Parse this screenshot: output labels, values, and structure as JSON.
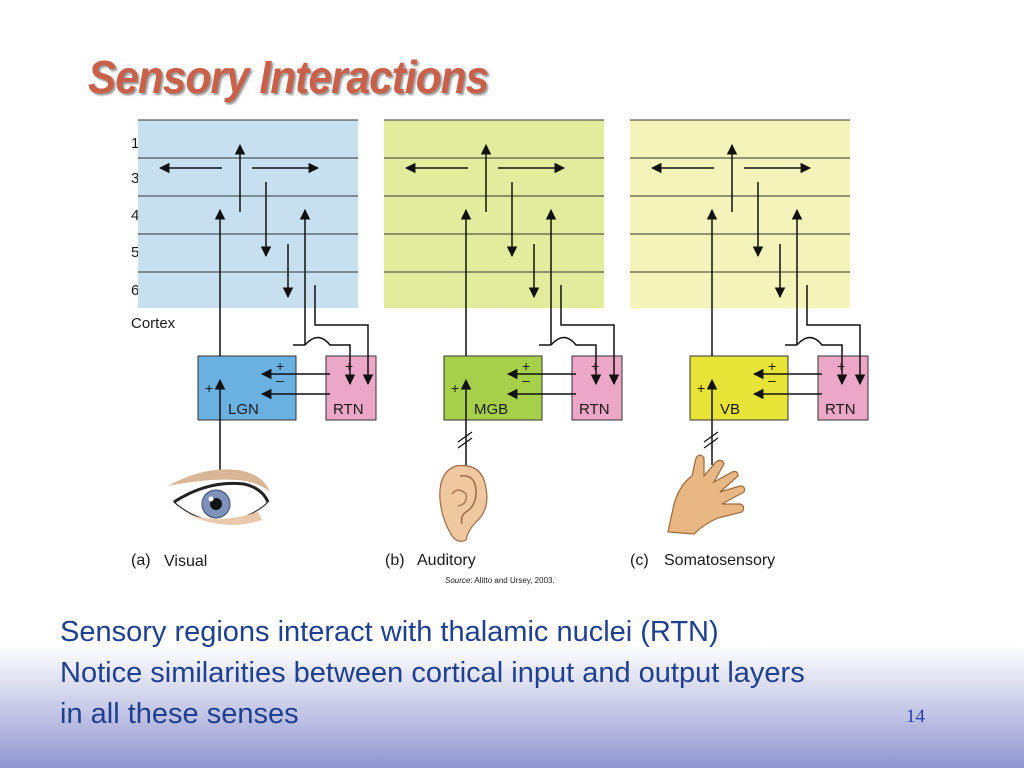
{
  "title": "Sensory Interactions",
  "figure": {
    "layers": [
      "1",
      "3",
      "4",
      "5",
      "6"
    ],
    "cortex_label": "Cortex",
    "plus_sign": "+",
    "minus_sign": "–",
    "reticular_nucleus": "RTN",
    "panels": [
      {
        "letter": "(a)",
        "sense": "Visual",
        "nucleus": "LGN",
        "bg": "#c6e0f0",
        "box": "#6ab0e0",
        "organ": "eye-icon"
      },
      {
        "letter": "(b)",
        "sense": "Auditory",
        "nucleus": "MGB",
        "bg": "#e3ec9c",
        "box": "#a7d04a",
        "organ": "ear-icon"
      },
      {
        "letter": "(c)",
        "sense": "Somatosensory",
        "nucleus": "VB",
        "bg": "#f4f3ba",
        "box": "#e8e437",
        "organ": "hand-icon"
      }
    ],
    "rtn_color": "#eca7c6",
    "source_label": "Source",
    "source_text": ": Alitto and Ursey, 2003."
  },
  "bullets": [
    "Sensory regions interact with thalamic nuclei (RTN)",
    "Notice similarities between cortical input and output layers",
    "in all these senses"
  ],
  "slide_number": "14"
}
